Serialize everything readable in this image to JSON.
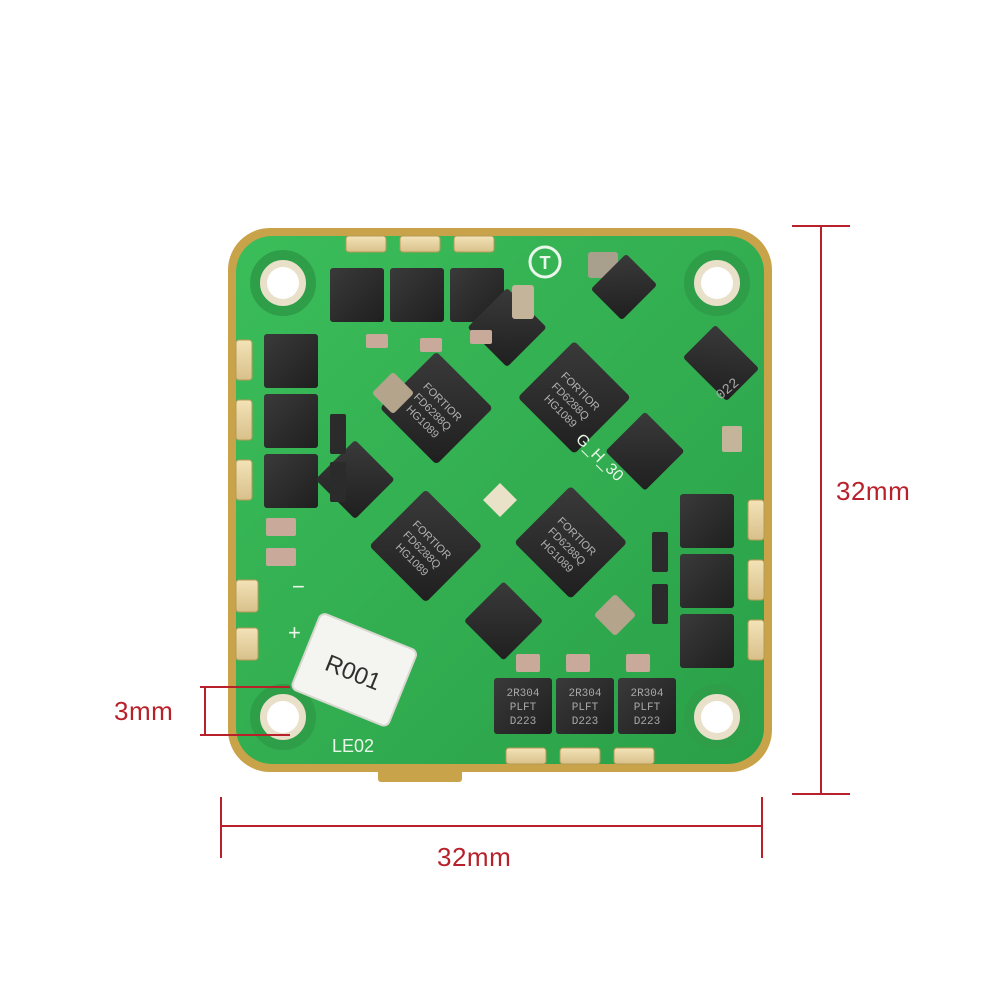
{
  "dimensions": {
    "height_label": "32mm",
    "width_label": "32mm",
    "hole_label": "3mm"
  },
  "board": {
    "resistor_marking": "R001",
    "chip_line1": "FORTIOR",
    "chip_line2": "FD6288Q",
    "chip_line3": "HG1089",
    "mosfet_line1": "2R304",
    "mosfet_line2": "PLFT",
    "mosfet_line3": "D223",
    "silk_model": "G_H_30",
    "silk_minus": "−",
    "silk_plus": "+",
    "silk_bottom": "LE02",
    "regulator_marking": "022",
    "logo_mark": "T"
  },
  "colors": {
    "pcb_green": "#2fb04f",
    "pcb_edge": "#c9a34a",
    "component_black": "#2b2b2b",
    "dimension_red": "#b8202a"
  }
}
